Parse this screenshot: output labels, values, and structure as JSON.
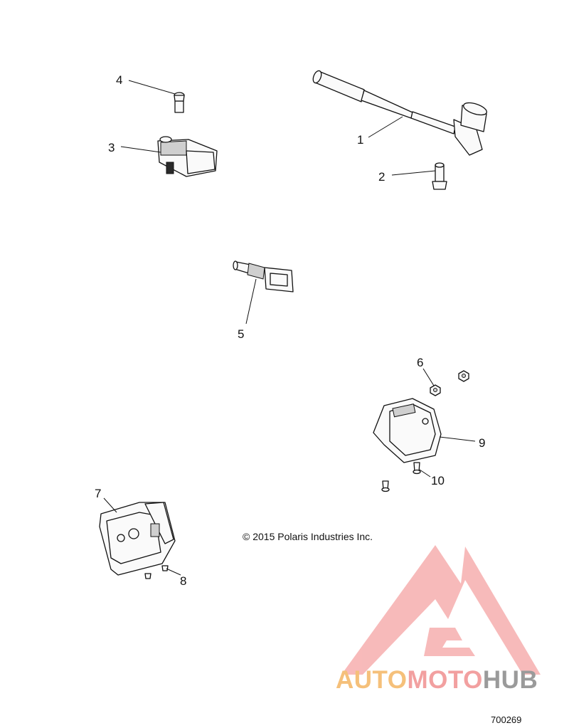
{
  "callouts": [
    "1",
    "2",
    "3",
    "4",
    "5",
    "6",
    "7",
    "8",
    "9",
    "10"
  ],
  "copyright": "© 2015 Polaris Industries Inc.",
  "diagram_id": "700269",
  "watermark": {
    "part1": "AUTO",
    "part2": "MOTO",
    "part3": "HUB"
  },
  "colors": {
    "watermark_red": "#f2a0a0",
    "watermark_orange": "#f5c07a",
    "watermark_grey": "#9a9a9a"
  },
  "icons": {
    "watermark_logo": "triangle-logo-icon"
  }
}
